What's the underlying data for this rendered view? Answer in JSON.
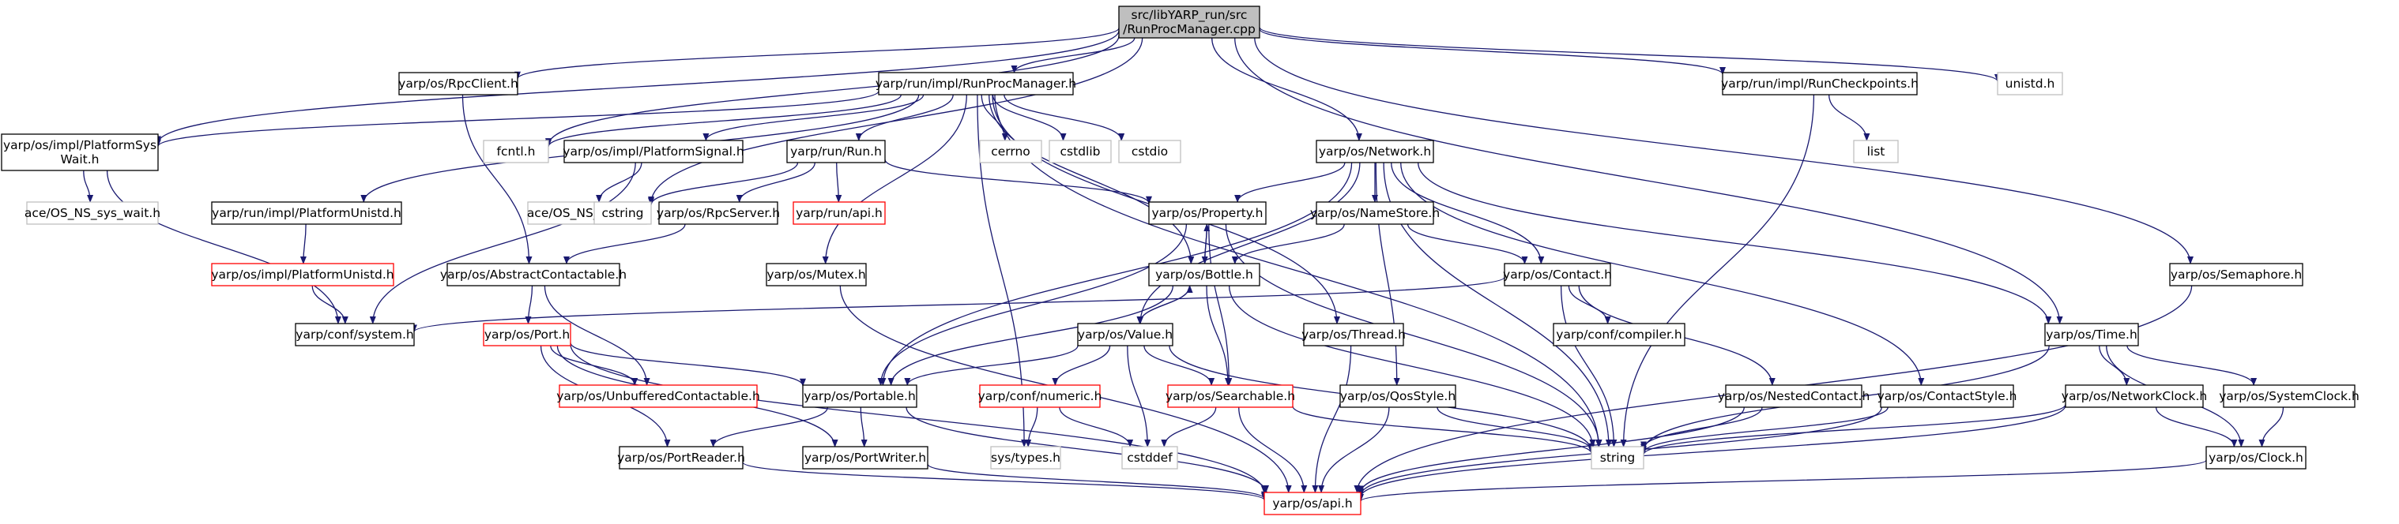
{
  "graph": {
    "edge_color": "#191970",
    "node_styles": {
      "root": {
        "fill": "#bfbfbf",
        "stroke": "#000000"
      },
      "documented": {
        "fill": "#ffffff",
        "stroke": "#000000"
      },
      "undocumented": {
        "fill": "#ffffff",
        "stroke": "#ff0000"
      },
      "external": {
        "fill": "#ffffff",
        "stroke": "#bfbfbf"
      }
    },
    "nodes": [
      {
        "id": "root",
        "lines": [
          "src/libYARP_run/src",
          "/RunProcManager.cpp"
        ],
        "style": "root"
      },
      {
        "id": "rpcclient",
        "lines": [
          "yarp/os/RpcClient.h"
        ],
        "style": "documented"
      },
      {
        "id": "runprocmgr",
        "lines": [
          "yarp/run/impl/RunProcManager.h"
        ],
        "style": "documented"
      },
      {
        "id": "runcheckpoints",
        "lines": [
          "yarp/run/impl/RunCheckpoints.h"
        ],
        "style": "documented"
      },
      {
        "id": "unistd",
        "lines": [
          "unistd.h"
        ],
        "style": "external"
      },
      {
        "id": "platformsyswait",
        "lines": [
          "yarp/os/impl/PlatformSys",
          "Wait.h"
        ],
        "style": "documented"
      },
      {
        "id": "fcntl",
        "lines": [
          "fcntl.h"
        ],
        "style": "external"
      },
      {
        "id": "platformsignal",
        "lines": [
          "yarp/os/impl/PlatformSignal.h"
        ],
        "style": "documented"
      },
      {
        "id": "runh",
        "lines": [
          "yarp/run/Run.h"
        ],
        "style": "documented"
      },
      {
        "id": "cerrno",
        "lines": [
          "cerrno"
        ],
        "style": "external"
      },
      {
        "id": "cstdlib",
        "lines": [
          "cstdlib"
        ],
        "style": "external"
      },
      {
        "id": "cstdio",
        "lines": [
          "cstdio"
        ],
        "style": "external"
      },
      {
        "id": "network",
        "lines": [
          "yarp/os/Network.h"
        ],
        "style": "documented"
      },
      {
        "id": "list",
        "lines": [
          "list"
        ],
        "style": "external"
      },
      {
        "id": "acesyswait",
        "lines": [
          "ace/OS_NS_sys_wait.h"
        ],
        "style": "external"
      },
      {
        "id": "platformunistd_run",
        "lines": [
          "yarp/run/impl/PlatformUnistd.h"
        ],
        "style": "documented"
      },
      {
        "id": "acesignal",
        "lines": [
          "ace/OS_NS_signal.h"
        ],
        "style": "external"
      },
      {
        "id": "cstring",
        "lines": [
          "cstring"
        ],
        "style": "external"
      },
      {
        "id": "rpcserver",
        "lines": [
          "yarp/os/RpcServer.h"
        ],
        "style": "documented"
      },
      {
        "id": "runapi",
        "lines": [
          "yarp/run/api.h"
        ],
        "style": "undocumented"
      },
      {
        "id": "property",
        "lines": [
          "yarp/os/Property.h"
        ],
        "style": "documented"
      },
      {
        "id": "namestore",
        "lines": [
          "yarp/os/NameStore.h"
        ],
        "style": "documented"
      },
      {
        "id": "platformunistd_os",
        "lines": [
          "yarp/os/impl/PlatformUnistd.h"
        ],
        "style": "undocumented"
      },
      {
        "id": "abstractcontactable",
        "lines": [
          "yarp/os/AbstractContactable.h"
        ],
        "style": "documented"
      },
      {
        "id": "mutex",
        "lines": [
          "yarp/os/Mutex.h"
        ],
        "style": "documented"
      },
      {
        "id": "bottle",
        "lines": [
          "yarp/os/Bottle.h"
        ],
        "style": "documented"
      },
      {
        "id": "contact",
        "lines": [
          "yarp/os/Contact.h"
        ],
        "style": "documented"
      },
      {
        "id": "semaphore",
        "lines": [
          "yarp/os/Semaphore.h"
        ],
        "style": "documented"
      },
      {
        "id": "system",
        "lines": [
          "yarp/conf/system.h"
        ],
        "style": "documented"
      },
      {
        "id": "port",
        "lines": [
          "yarp/os/Port.h"
        ],
        "style": "undocumented"
      },
      {
        "id": "value",
        "lines": [
          "yarp/os/Value.h"
        ],
        "style": "documented"
      },
      {
        "id": "thread",
        "lines": [
          "yarp/os/Thread.h"
        ],
        "style": "documented"
      },
      {
        "id": "compiler",
        "lines": [
          "yarp/conf/compiler.h"
        ],
        "style": "documented"
      },
      {
        "id": "time",
        "lines": [
          "yarp/os/Time.h"
        ],
        "style": "documented"
      },
      {
        "id": "unbuffered",
        "lines": [
          "yarp/os/UnbufferedContactable.h"
        ],
        "style": "undocumented"
      },
      {
        "id": "portable",
        "lines": [
          "yarp/os/Portable.h"
        ],
        "style": "documented"
      },
      {
        "id": "numeric",
        "lines": [
          "yarp/conf/numeric.h"
        ],
        "style": "undocumented"
      },
      {
        "id": "searchable",
        "lines": [
          "yarp/os/Searchable.h"
        ],
        "style": "undocumented"
      },
      {
        "id": "qosstyle",
        "lines": [
          "yarp/os/QosStyle.h"
        ],
        "style": "documented"
      },
      {
        "id": "nestedcontact",
        "lines": [
          "yarp/os/NestedContact.h"
        ],
        "style": "documented"
      },
      {
        "id": "contactstyle",
        "lines": [
          "yarp/os/ContactStyle.h"
        ],
        "style": "documented"
      },
      {
        "id": "networkclock",
        "lines": [
          "yarp/os/NetworkClock.h"
        ],
        "style": "documented"
      },
      {
        "id": "systemclock",
        "lines": [
          "yarp/os/SystemClock.h"
        ],
        "style": "documented"
      },
      {
        "id": "portreader",
        "lines": [
          "yarp/os/PortReader.h"
        ],
        "style": "documented"
      },
      {
        "id": "portwriter",
        "lines": [
          "yarp/os/PortWriter.h"
        ],
        "style": "documented"
      },
      {
        "id": "systypes",
        "lines": [
          "sys/types.h"
        ],
        "style": "external"
      },
      {
        "id": "cstddef",
        "lines": [
          "cstddef"
        ],
        "style": "external"
      },
      {
        "id": "string",
        "lines": [
          "string"
        ],
        "style": "external"
      },
      {
        "id": "clock",
        "lines": [
          "yarp/os/Clock.h"
        ],
        "style": "documented"
      },
      {
        "id": "osapi",
        "lines": [
          "yarp/os/api.h"
        ],
        "style": "undocumented"
      }
    ],
    "edges": [
      [
        "root",
        "rpcclient"
      ],
      [
        "root",
        "runprocmgr"
      ],
      [
        "root",
        "runcheckpoints"
      ],
      [
        "root",
        "unistd"
      ],
      [
        "root",
        "platformsyswait"
      ],
      [
        "root",
        "fcntl"
      ],
      [
        "root",
        "network"
      ],
      [
        "root",
        "time"
      ],
      [
        "root",
        "semaphore"
      ],
      [
        "root",
        "cstring"
      ],
      [
        "rpcclient",
        "abstractcontactable"
      ],
      [
        "runprocmgr",
        "platformsyswait"
      ],
      [
        "runprocmgr",
        "fcntl"
      ],
      [
        "runprocmgr",
        "platformsignal"
      ],
      [
        "runprocmgr",
        "runh"
      ],
      [
        "runprocmgr",
        "cerrno"
      ],
      [
        "runprocmgr",
        "cstdlib"
      ],
      [
        "runprocmgr",
        "cstdio"
      ],
      [
        "runprocmgr",
        "platformunistd_run"
      ],
      [
        "runprocmgr",
        "mutex"
      ],
      [
        "runprocmgr",
        "bottle"
      ],
      [
        "runprocmgr",
        "thread"
      ],
      [
        "runprocmgr",
        "systypes"
      ],
      [
        "runprocmgr",
        "string"
      ],
      [
        "runcheckpoints",
        "list"
      ],
      [
        "runcheckpoints",
        "string"
      ],
      [
        "platformsyswait",
        "acesyswait"
      ],
      [
        "platformsyswait",
        "system"
      ],
      [
        "platformsignal",
        "acesignal"
      ],
      [
        "platformsignal",
        "system"
      ],
      [
        "platformunistd_run",
        "platformunistd_os"
      ],
      [
        "platformunistd_os",
        "system"
      ],
      [
        "runh",
        "cstring"
      ],
      [
        "runh",
        "rpcserver"
      ],
      [
        "runh",
        "runapi"
      ],
      [
        "runh",
        "property"
      ],
      [
        "rpcserver",
        "abstractcontactable"
      ],
      [
        "abstractcontactable",
        "port"
      ],
      [
        "abstractcontactable",
        "unbuffered"
      ],
      [
        "port",
        "unbuffered"
      ],
      [
        "port",
        "portable"
      ],
      [
        "port",
        "portreader"
      ],
      [
        "port",
        "portwriter"
      ],
      [
        "port",
        "osapi"
      ],
      [
        "portable",
        "portreader"
      ],
      [
        "portable",
        "portwriter"
      ],
      [
        "portable",
        "osapi"
      ],
      [
        "portreader",
        "osapi"
      ],
      [
        "portwriter",
        "osapi"
      ],
      [
        "mutex",
        "osapi"
      ],
      [
        "thread",
        "osapi"
      ],
      [
        "network",
        "property"
      ],
      [
        "network",
        "namestore"
      ],
      [
        "network",
        "contact"
      ],
      [
        "network",
        "portable"
      ],
      [
        "network",
        "value"
      ],
      [
        "network",
        "qosstyle"
      ],
      [
        "network",
        "contactstyle"
      ],
      [
        "network",
        "time"
      ],
      [
        "network",
        "string"
      ],
      [
        "namestore",
        "bottle"
      ],
      [
        "namestore",
        "contact"
      ],
      [
        "property",
        "bottle"
      ],
      [
        "property",
        "portable"
      ],
      [
        "property",
        "searchable"
      ],
      [
        "property",
        "string"
      ],
      [
        "bottle",
        "property"
      ],
      [
        "bottle",
        "value"
      ],
      [
        "bottle",
        "portable"
      ],
      [
        "bottle",
        "searchable"
      ],
      [
        "bottle",
        "string"
      ],
      [
        "value",
        "bottle"
      ],
      [
        "value",
        "portable"
      ],
      [
        "value",
        "numeric"
      ],
      [
        "value",
        "searchable"
      ],
      [
        "value",
        "cstddef"
      ],
      [
        "value",
        "string"
      ],
      [
        "numeric",
        "systypes"
      ],
      [
        "numeric",
        "cstddef"
      ],
      [
        "searchable",
        "cstddef"
      ],
      [
        "searchable",
        "string"
      ],
      [
        "searchable",
        "osapi"
      ],
      [
        "contact",
        "system"
      ],
      [
        "contact",
        "compiler"
      ],
      [
        "contact",
        "nestedcontact"
      ],
      [
        "contact",
        "string"
      ],
      [
        "nestedcontact",
        "string"
      ],
      [
        "nestedcontact",
        "osapi"
      ],
      [
        "contactstyle",
        "string"
      ],
      [
        "contactstyle",
        "osapi"
      ],
      [
        "qosstyle",
        "string"
      ],
      [
        "qosstyle",
        "osapi"
      ],
      [
        "time",
        "networkclock"
      ],
      [
        "time",
        "systemclock"
      ],
      [
        "time",
        "clock"
      ],
      [
        "time",
        "string"
      ],
      [
        "networkclock",
        "clock"
      ],
      [
        "networkclock",
        "string"
      ],
      [
        "networkclock",
        "osapi"
      ],
      [
        "systemclock",
        "clock"
      ],
      [
        "clock",
        "osapi"
      ],
      [
        "semaphore",
        "osapi"
      ]
    ]
  }
}
